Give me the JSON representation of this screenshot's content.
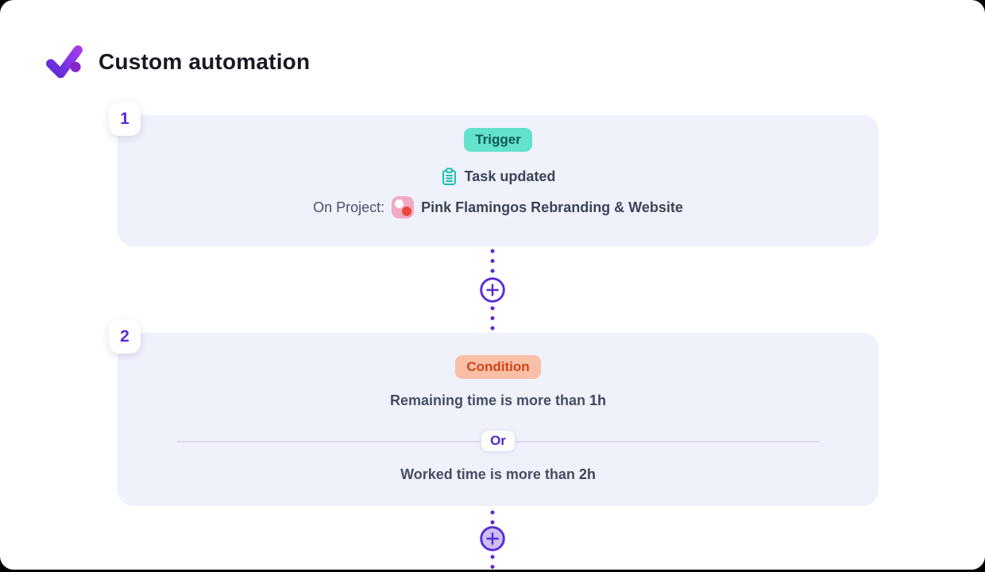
{
  "page": {
    "title": "Custom automation",
    "logo_icon": "awork-check-logo"
  },
  "colors": {
    "accent_purple": "#5b2bd5",
    "card_background": "#eff1fb",
    "trigger_badge_bg": "#63e2cc",
    "trigger_badge_text": "#0d5a52",
    "condition_badge_bg": "#f9bfa7",
    "condition_badge_text": "#ce4519",
    "teal_icon": "#10bfac",
    "project_avatar_bg": "#f2a9c4",
    "project_avatar_dot": "#e8483c",
    "text_dark": "#3d4456",
    "or_text": "#4c28ce"
  },
  "steps": [
    {
      "number": "1",
      "type_badge": "Trigger",
      "event_icon": "clipboard-icon",
      "event": "Task updated",
      "project_label": "On Project:",
      "project_icon": "pink-project-avatar",
      "project_name": "Pink Flamingos Rebranding & Website"
    },
    {
      "number": "2",
      "type_badge": "Condition",
      "operator": "Or",
      "conditions": [
        {
          "text": "Remaining time is more than",
          "value": "1h"
        },
        {
          "text": "Worked time is more than",
          "value": "2h"
        }
      ]
    }
  ],
  "connectors": {
    "add_icon": "plus-circle-icon"
  }
}
